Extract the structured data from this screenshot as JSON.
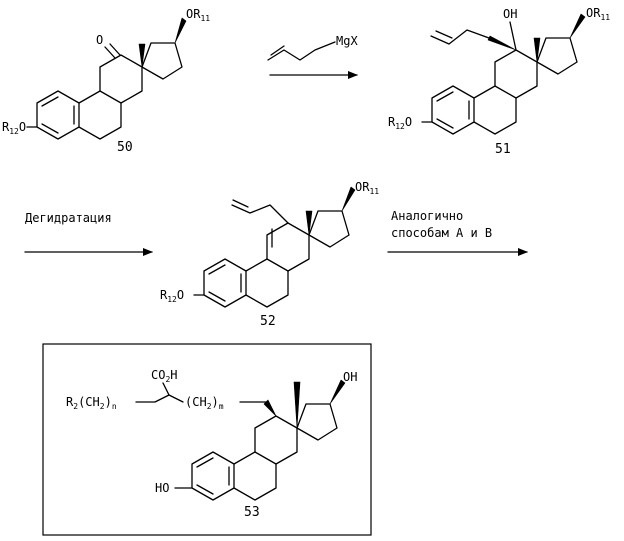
{
  "compounds": {
    "c50": {
      "number": "50",
      "oxo": "O",
      "or11": "OR",
      "or11_sub": "11",
      "r12": "R",
      "r12_sub": "12",
      "r12_o": "O"
    },
    "c51": {
      "number": "51",
      "oh": "OH",
      "or11": "OR",
      "or11_sub": "11",
      "r12": "R",
      "r12_sub": "12",
      "r12_o": "O"
    },
    "c52": {
      "number": "52",
      "or11": "OR",
      "or11_sub": "11",
      "r12": "R",
      "r12_sub": "12",
      "r12_o": "O"
    },
    "c53": {
      "number": "53",
      "oh17": "OH",
      "ho3": "HO",
      "co2h_a": "CO",
      "co2h_sub": "2",
      "co2h_b": "H",
      "r2": "R",
      "r2_sub": "2",
      "ch2n": "(CH",
      "ch2n_sub": "2",
      "ch2n_close": ")",
      "n": "n",
      "ch2m": "(CH",
      "ch2m_sub": "2",
      "ch2m_close": ")",
      "m": "m"
    }
  },
  "reagents": {
    "grignard": "MgX",
    "step2_line1": "Дегидратация",
    "step3_line1": "Аналогично",
    "step3_line2": "способам А и В"
  },
  "arrows": [
    "step1-arrow",
    "step2-arrow",
    "step3-arrow"
  ]
}
